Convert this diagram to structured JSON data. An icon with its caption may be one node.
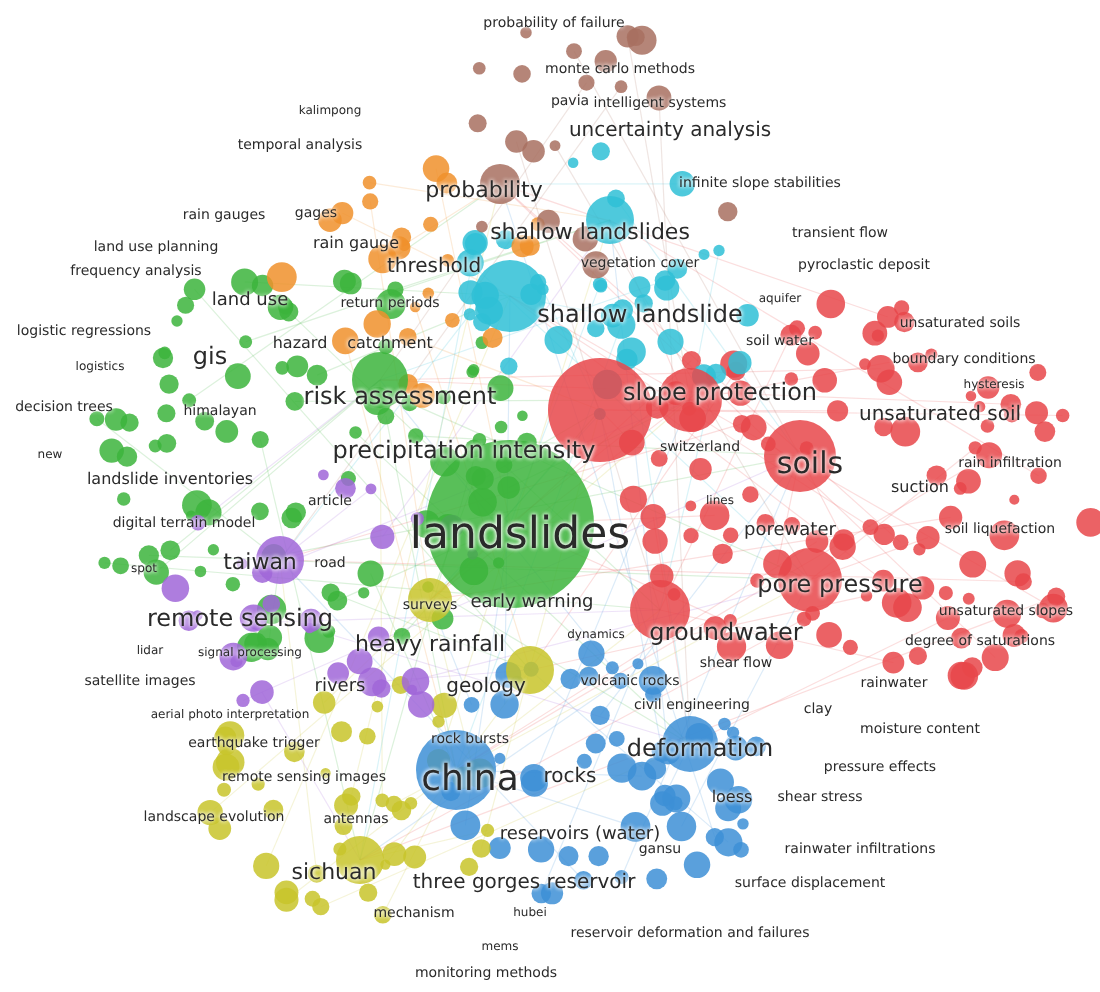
{
  "diagram": {
    "labels": [
      "probability of failure",
      "monte carlo methods",
      "pavia",
      "intelligent systems",
      "kalimpong",
      "temporal analysis",
      "uncertainty analysis",
      "probability",
      "rain gauges",
      "gages",
      "infinite slope stabilities",
      "land use planning",
      "rain gauge",
      "frequency analysis",
      "threshold",
      "shallow landslides",
      "transient flow",
      "vegetation cover",
      "pyroclastic deposit",
      "land use",
      "return periods",
      "hazard",
      "catchment",
      "shallow landslide",
      "aquifer",
      "unsaturated soils",
      "logistic regressions",
      "soil water",
      "boundary conditions",
      "hysteresis",
      "gis",
      "logistics",
      "risk assessment",
      "slope protection",
      "decision trees",
      "himalayan",
      "unsaturated soil",
      "precipitation intensity",
      "switzerland",
      "soils",
      "rain infiltration",
      "new",
      "landslide inventories",
      "suction",
      "article",
      "lines",
      "landslides",
      "digital terrain model",
      "porewater",
      "soil liquefaction",
      "spot",
      "taiwan",
      "road",
      "pore pressure",
      "surveys",
      "early warning",
      "remote sensing",
      "groundwater",
      "unsaturated slopes",
      "lidar",
      "signal processing",
      "heavy rainfall",
      "dynamics",
      "shear flow",
      "degree of saturations",
      "satellite images",
      "rivers",
      "geology",
      "volcanic rocks",
      "rainwater",
      "civil engineering",
      "clay",
      "aerial photo interpretation",
      "moisture content",
      "earthquake trigger",
      "rock bursts",
      "deformation",
      "pressure effects",
      "remote sensing images",
      "china",
      "loess",
      "shear stress",
      "rocks",
      "landscape evolution",
      "antennas",
      "reservoirs (water)",
      "gansu",
      "rainwater infiltrations",
      "sichuan",
      "three gorges reservoir",
      "surface displacement",
      "mechanism",
      "hubei",
      "reservoir deformation and failures",
      "mems",
      "monitoring methods"
    ]
  }
}
